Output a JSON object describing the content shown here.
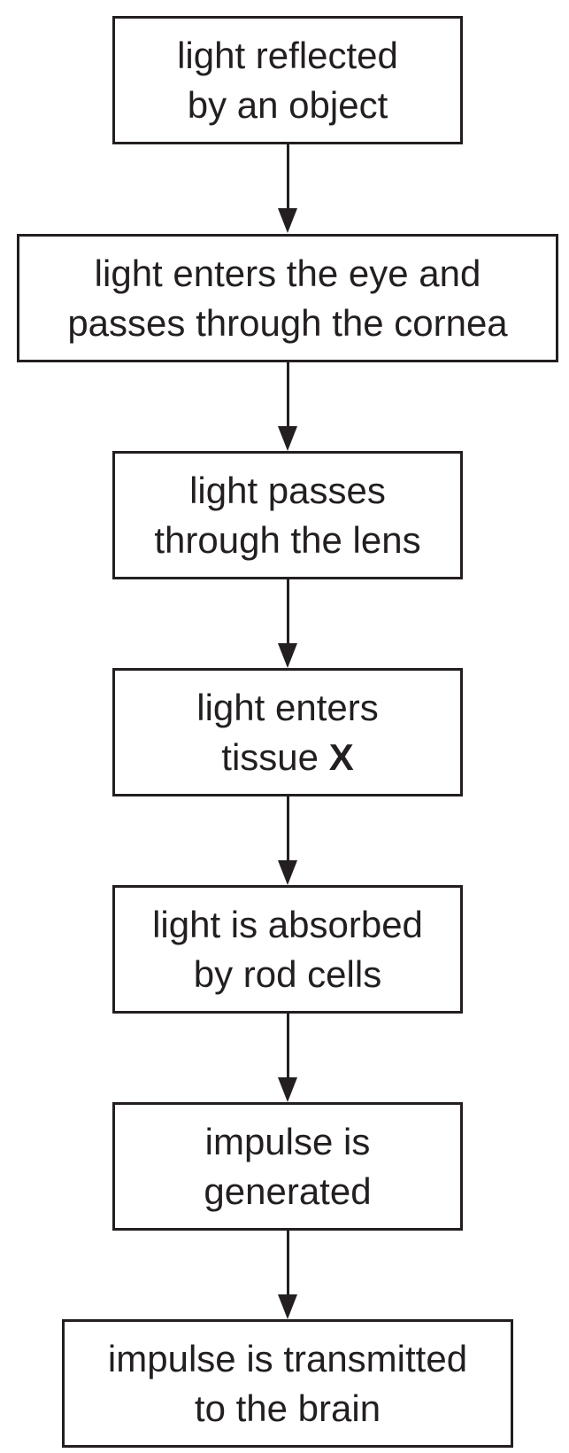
{
  "flowchart": {
    "steps": [
      {
        "line1": "light reflected",
        "line2": "by an object"
      },
      {
        "line1": "light enters the eye and",
        "line2": "passes through the cornea"
      },
      {
        "line1": "light passes",
        "line2": "through the lens"
      },
      {
        "line1": "light enters",
        "line2_prefix": "tissue ",
        "line2_bold": "X"
      },
      {
        "line1": "light is absorbed",
        "line2": "by rod cells"
      },
      {
        "line1": "impulse is",
        "line2": "generated"
      },
      {
        "line1": "impulse is transmitted",
        "line2": "to the brain"
      }
    ]
  }
}
